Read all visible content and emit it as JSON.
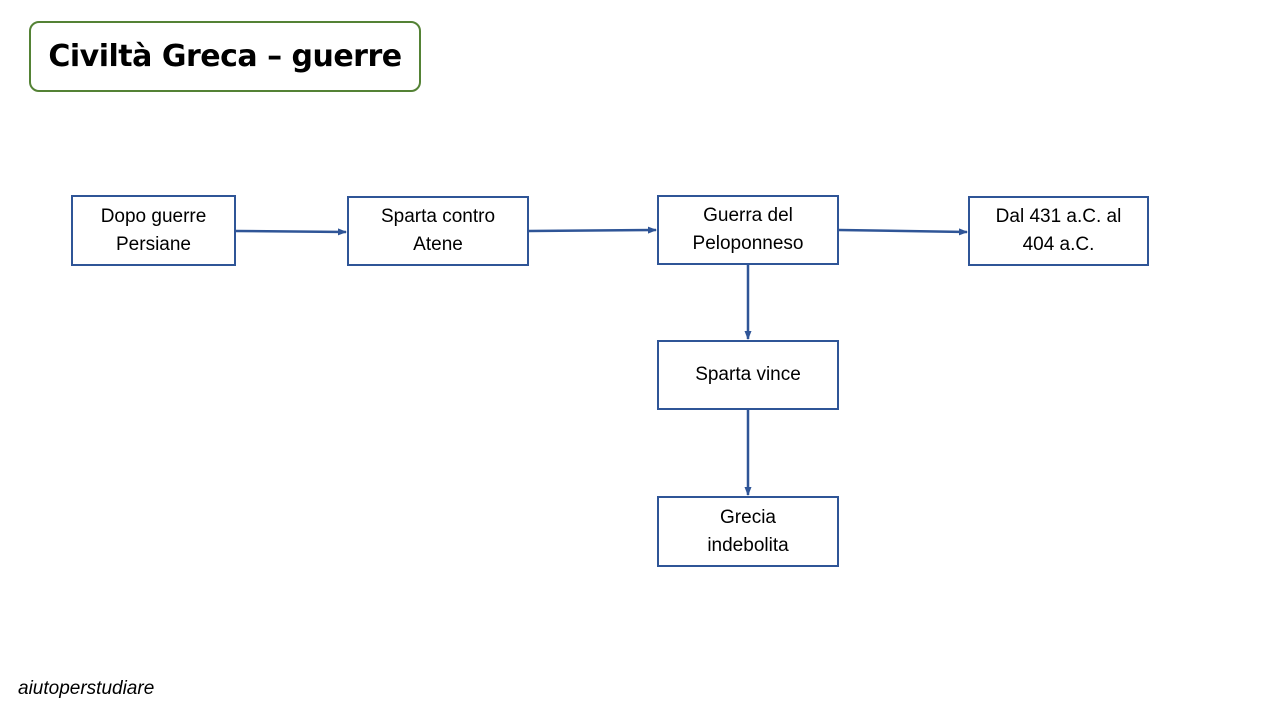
{
  "title": "Civiltà Greca – guerre",
  "nodes": {
    "dopo_guerre": {
      "line1": "Dopo guerre",
      "line2": "Persiane"
    },
    "sparta_contro_atene": {
      "line1": "Sparta contro",
      "line2": "Atene"
    },
    "guerra_peloponneso": {
      "line1": "Guerra del",
      "line2": "Peloponneso"
    },
    "dal_431": {
      "line1": "Dal 431 a.C. al",
      "line2": "404 a.C."
    },
    "sparta_vince": {
      "line1": "Sparta vince"
    },
    "grecia_indebolita": {
      "line1": "Grecia",
      "line2": "indebolita"
    }
  },
  "footer": "aiutoperstudiare",
  "colors": {
    "title_border": "#548235",
    "node_border": "#2F5597",
    "arrow": "#2F5597",
    "text": "#000000"
  }
}
